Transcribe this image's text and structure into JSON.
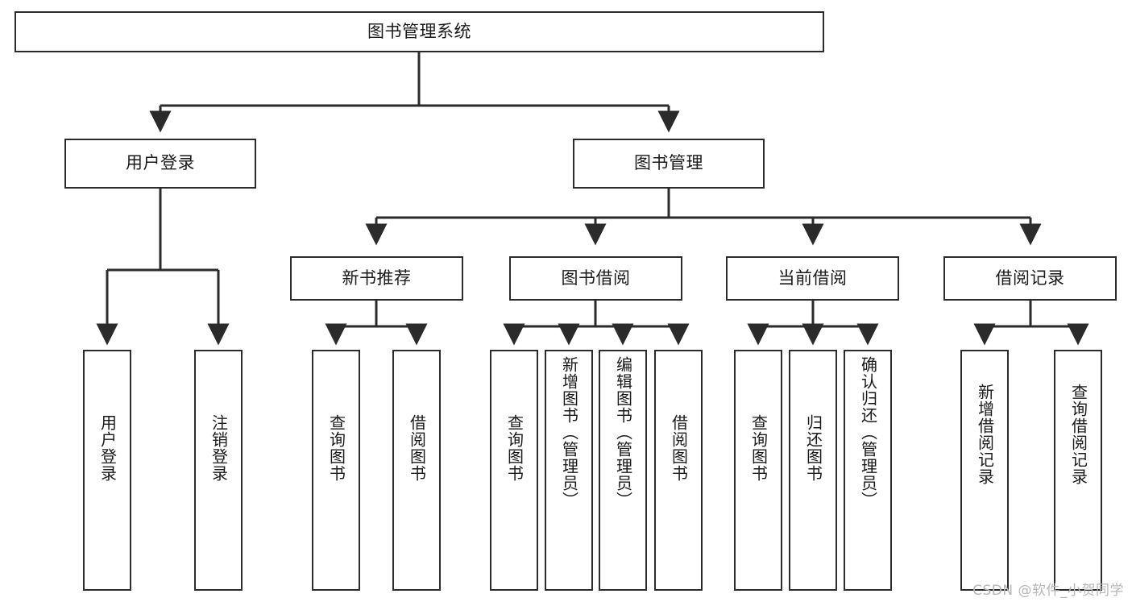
{
  "diagram": {
    "type": "hierarchy-tree",
    "title": "图书管理系统",
    "root": {
      "label": "图书管理系统"
    },
    "level2": [
      {
        "label": "用户登录"
      },
      {
        "label": "图书管理"
      }
    ],
    "level3": [
      {
        "label": "新书推荐"
      },
      {
        "label": "图书借阅"
      },
      {
        "label": "当前借阅"
      },
      {
        "label": "借阅记录"
      }
    ],
    "leaves": {
      "user_login": [
        {
          "label": "用户登录"
        },
        {
          "label": "注销登录"
        }
      ],
      "new_book_recommend": [
        {
          "label": "查询图书"
        },
        {
          "label": "借阅图书"
        }
      ],
      "book_borrow": [
        {
          "label": "查询图书"
        },
        {
          "label": "新增图书（管理员）"
        },
        {
          "label": "编辑图书（管理员）"
        },
        {
          "label": "借阅图书"
        }
      ],
      "current_borrow": [
        {
          "label": "查询图书"
        },
        {
          "label": "归还图书"
        },
        {
          "label": "确认归还（管理员）"
        }
      ],
      "borrow_record": [
        {
          "label": "新增借阅记录"
        },
        {
          "label": "查询借阅记录"
        }
      ]
    }
  },
  "watermark": {
    "text": "CSDN @软件_小贺同学"
  },
  "colors": {
    "stroke": "#2b2b2b",
    "fill": "#ffffff",
    "text": "#1a1a1a",
    "watermark": "#b7b7b7"
  }
}
